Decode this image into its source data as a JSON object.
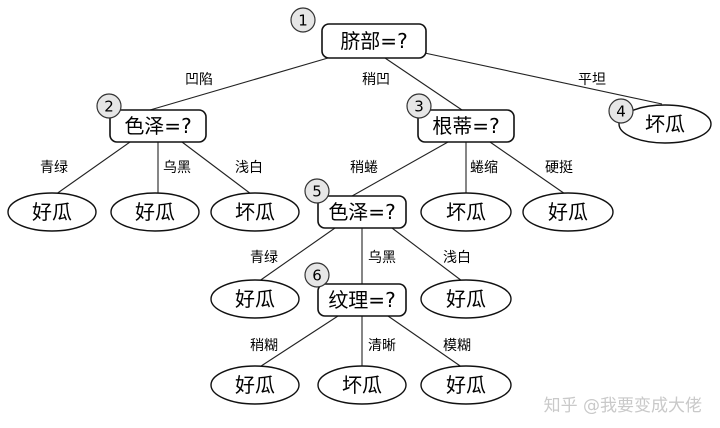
{
  "nodes": [
    {
      "id": "n1",
      "num": "1",
      "label": "脐部=?"
    },
    {
      "id": "n2",
      "num": "2",
      "label": "色泽=?"
    },
    {
      "id": "n3",
      "num": "3",
      "label": "根蒂=?"
    },
    {
      "id": "n4",
      "num": "4",
      "label": "坏瓜"
    },
    {
      "id": "n5",
      "num": "5",
      "label": "色泽=?"
    },
    {
      "id": "n6",
      "num": "6",
      "label": "纹理=?"
    }
  ],
  "leaves": [
    "好瓜",
    "好瓜",
    "坏瓜",
    "坏瓜",
    "好瓜",
    "好瓜",
    "好瓜",
    "好瓜",
    "坏瓜",
    "好瓜"
  ],
  "edges": [
    "凹陷",
    "稍凹",
    "平坦",
    "青绿",
    "乌黑",
    "浅白",
    "稍蜷",
    "蜷缩",
    "硬挺",
    "青绿",
    "乌黑",
    "浅白",
    "稍糊",
    "清晰",
    "模糊"
  ],
  "watermark": "知乎 @我要变成大佬"
}
